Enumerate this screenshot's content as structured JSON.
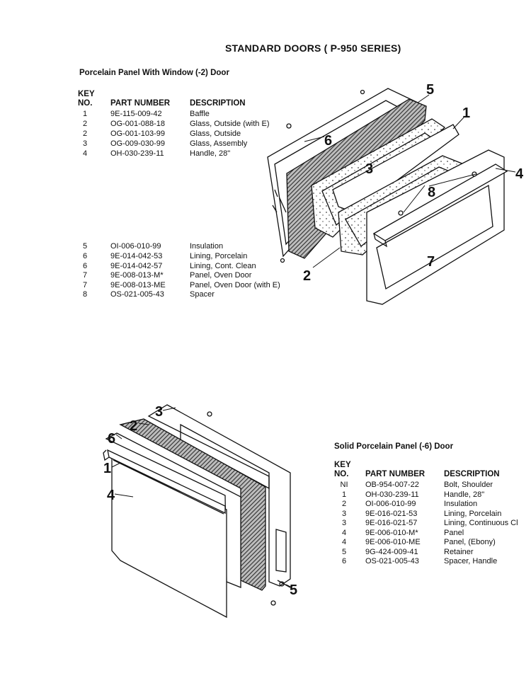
{
  "title": "STANDARD DOORS ( P-950 SERIES)",
  "window_door": {
    "title": "Porcelain Panel With Window (-2) Door",
    "headers": {
      "key_line1": "KEY",
      "key_line2": "NO.",
      "part": "PART NUMBER",
      "desc": "DESCRIPTION"
    },
    "parts": [
      {
        "key": "1",
        "part": "9E-115-009-42",
        "desc": "Baffle"
      },
      {
        "key": "2",
        "part": "OG-001-088-18",
        "desc": "Glass, Outside (with E)"
      },
      {
        "key": "2",
        "part": "OG-001-103-99",
        "desc": "Glass, Outside"
      },
      {
        "key": "3",
        "part": "OG-009-030-99",
        "desc": "Glass, Assembly"
      },
      {
        "key": "4",
        "part": "OH-030-239-11",
        "desc": "Handle, 28\""
      },
      {
        "key": "5",
        "part": "OI-006-010-99",
        "desc": "Insulation"
      },
      {
        "key": "6",
        "part": "9E-014-042-53",
        "desc": "Lining, Porcelain"
      },
      {
        "key": "6",
        "part": "9E-014-042-57",
        "desc": "Lining, Cont. Clean"
      },
      {
        "key": "7",
        "part": "9E-008-013-M*",
        "desc": "Panel, Oven Door"
      },
      {
        "key": "7",
        "part": "9E-008-013-ME",
        "desc": "Panel, Oven Door (with E)"
      },
      {
        "key": "8",
        "part": "OS-021-005-43",
        "desc": "Spacer"
      }
    ],
    "callouts": [
      "1",
      "2",
      "3",
      "4",
      "5",
      "6",
      "7",
      "8"
    ]
  },
  "solid_door": {
    "title": "Solid Porcelain Panel (-6) Door",
    "headers": {
      "key_line1": "KEY",
      "key_line2": "NO.",
      "part": "PART NUMBER",
      "desc": "DESCRIPTION"
    },
    "parts": [
      {
        "key": "NI",
        "part": "OB-954-007-22",
        "desc": "Bolt, Shoulder"
      },
      {
        "key": "1",
        "part": "OH-030-239-11",
        "desc": "Handle, 28\""
      },
      {
        "key": "2",
        "part": "OI-006-010-99",
        "desc": "Insulation"
      },
      {
        "key": "3",
        "part": "9E-016-021-53",
        "desc": "Lining, Porcelain"
      },
      {
        "key": "3",
        "part": "9E-016-021-57",
        "desc": "Lining, Continuous Cl"
      },
      {
        "key": "4",
        "part": "9E-006-010-M*",
        "desc": "Panel"
      },
      {
        "key": "4",
        "part": "9E-006-010-ME",
        "desc": "Panel, (Ebony)"
      },
      {
        "key": "5",
        "part": "9G-424-009-41",
        "desc": "Retainer"
      },
      {
        "key": "6",
        "part": "OS-021-005-43",
        "desc": "Spacer, Handle"
      }
    ],
    "callouts": [
      "1",
      "2",
      "3",
      "4",
      "5",
      "6"
    ]
  }
}
